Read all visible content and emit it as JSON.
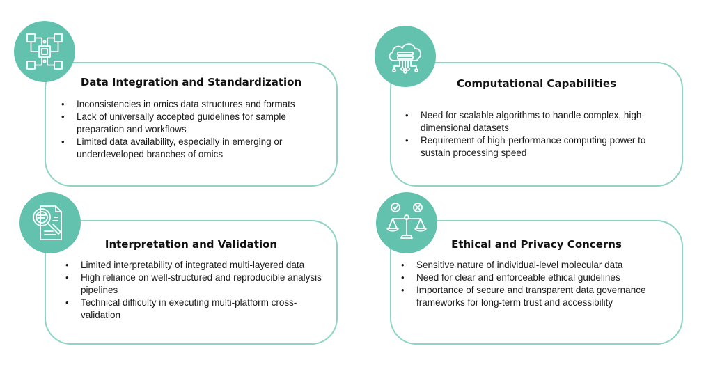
{
  "accent_color": "#62c2ad",
  "border_color": "#8ed3c4",
  "cards": [
    {
      "title": "Data Integration and Standardization",
      "icon": "circuit-chip-icon",
      "bullets": [
        "Inconsistencies in omics data structures and formats",
        "Lack of universally accepted guidelines for sample preparation and workflows",
        "Limited data availability, especially in emerging or underdeveloped branches of omics"
      ]
    },
    {
      "title": "Computational Capabilities",
      "icon": "cloud-network-icon",
      "bullets": [
        "Need for scalable algorithms to handle complex, high-dimensional datasets",
        "Requirement of high-performance computing power to sustain processing speed"
      ]
    },
    {
      "title": "Interpretation and Validation",
      "icon": "document-magnifier-icon",
      "bullets": [
        "Limited interpretability of integrated multi-layered data",
        "High reliance on well-structured and reproducible analysis pipelines",
        "Technical difficulty in executing multi-platform cross-validation"
      ]
    },
    {
      "title": "Ethical and Privacy Concerns",
      "icon": "balance-scale-icon",
      "bullets": [
        "Sensitive nature of individual-level molecular data",
        "Need for clear and enforceable ethical guidelines",
        "Importance of secure and transparent data governance frameworks for long-term trust and accessibility"
      ]
    }
  ]
}
